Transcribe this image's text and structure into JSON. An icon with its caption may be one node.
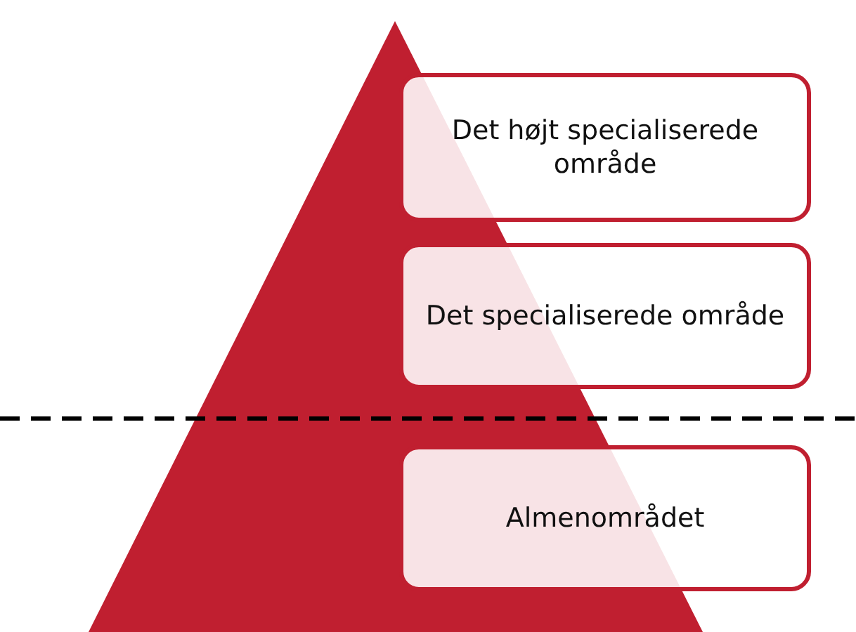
{
  "diagram": {
    "nodes": [
      {
        "text": [
          "Det højt specialiserede område"
        ]
      },
      {
        "text": [
          "Det specialiserede område"
        ]
      },
      {
        "text": [
          "Almenområdet"
        ]
      }
    ]
  }
}
